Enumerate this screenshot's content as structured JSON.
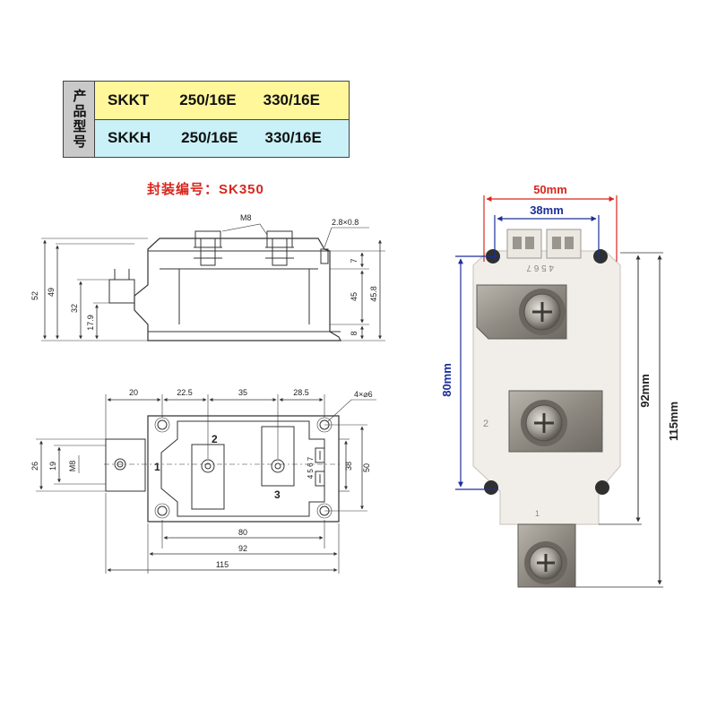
{
  "model_table": {
    "side_label": "产品型号",
    "rows": [
      {
        "series": "SKKT",
        "v1": "250/16E",
        "v2": "330/16E",
        "color": "#fff79a"
      },
      {
        "series": "SKKH",
        "v1": "250/16E",
        "v2": "330/16E",
        "color": "#c9f1f7"
      }
    ]
  },
  "package_label": "封装编号：SK350",
  "side_view": {
    "thread": "M8",
    "tab": "2.8×0.8",
    "dims": [
      "52",
      "49",
      "32",
      "17.9",
      "7",
      "45",
      "45.8",
      "8"
    ]
  },
  "top_view": {
    "top_dims": [
      "20",
      "22.5",
      "35",
      "28.5"
    ],
    "holes": "4×⌀6",
    "left_dims": [
      "26",
      "19",
      "M8"
    ],
    "right_dims": [
      "38",
      "50"
    ],
    "bottom_dims": [
      "80",
      "92",
      "115"
    ],
    "terminals": [
      "1",
      "2",
      "3"
    ],
    "aux_pins": "4 5 6 7"
  },
  "photo": {
    "width_outer": "50mm",
    "width_inner": "38mm",
    "height_left": "80mm",
    "height_right_inner": "92mm",
    "height_right_outer": "115mm",
    "marking_top": "4 5 6 7",
    "marking_mid": "2",
    "marking_bottom": "1",
    "dim_color_red": "#d8261d",
    "dim_color_blue": "#1d2f9a"
  }
}
